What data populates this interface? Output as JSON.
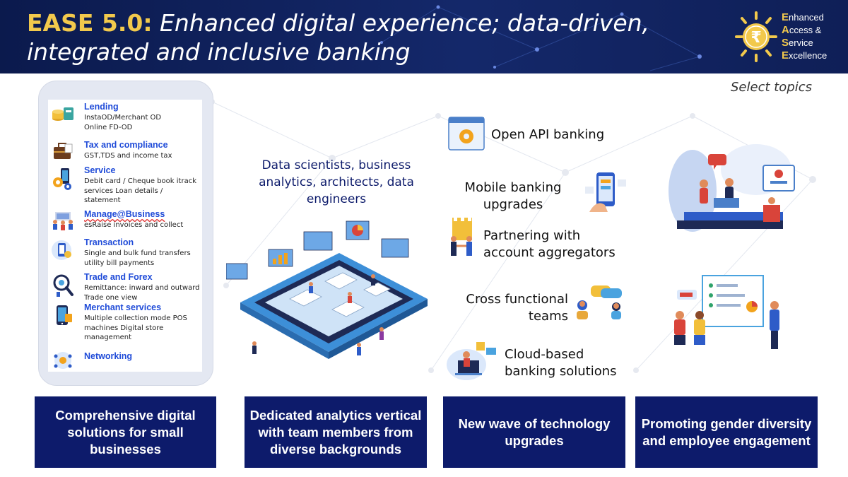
{
  "header": {
    "title_lead": "EASE 5.0:",
    "title_rest": "Enhanced digital experience; data-driven, integrated and inclusive banking",
    "logo": {
      "lines": [
        {
          "cap": "E",
          "rest": "nhanced"
        },
        {
          "cap": "A",
          "rest": "ccess &"
        },
        {
          "cap": "S",
          "rest": "ervice"
        },
        {
          "cap": "E",
          "rest": "xcellence"
        }
      ],
      "symbol": "₹"
    }
  },
  "select_topics": "Select topics",
  "services": [
    {
      "title": "Lending",
      "desc": "InstaOD/Merchant OD Online FD-OD",
      "icon": "coins-icon"
    },
    {
      "title": "Tax and compliance",
      "desc": "GST,TDS and income tax",
      "icon": "briefcase-icon"
    },
    {
      "title": "Service",
      "desc": "Debit card / Cheque book itrack services Loan details / statement",
      "icon": "gears-phone-icon"
    },
    {
      "title": "Manage@Business",
      "desc": "esRaise invoices and collect",
      "icon": "team-icon"
    },
    {
      "title": "Transaction",
      "desc": "Single and bulk fund transfers utility bill payments",
      "icon": "payment-icon"
    },
    {
      "title": "Trade and Forex",
      "desc": "Remittance: inward and outward Trade one view",
      "icon": "magnifier-icon"
    },
    {
      "title": "Merchant services",
      "desc": "Multiple collection mode POS machines Digital store management",
      "icon": "pos-icon"
    },
    {
      "title": "Networking",
      "desc": "",
      "icon": "network-icon"
    }
  ],
  "analytics": {
    "title": "Data scientists, business analytics, architects, data engineers"
  },
  "tech": {
    "items": [
      {
        "label": "Open API banking",
        "icon": "api-gear-icon"
      },
      {
        "label": "Mobile banking upgrades",
        "icon": "mobile-icon"
      },
      {
        "label": "Partnering with account aggregators",
        "icon": "handshake-icon"
      },
      {
        "label": "Cross functional teams",
        "icon": "chat-people-icon"
      },
      {
        "label": "Cloud-based banking solutions",
        "icon": "cloud-laptop-icon"
      }
    ]
  },
  "boxes": [
    "Comprehensive digital solutions for small businesses",
    "Dedicated analytics vertical with team members from diverse backgrounds",
    "New wave of technology upgrades",
    "Promoting gender diversity and employee engagement"
  ],
  "colors": {
    "navy": "#0d1b6b",
    "gold": "#f2c94c",
    "link_blue": "#1f4bd8"
  }
}
